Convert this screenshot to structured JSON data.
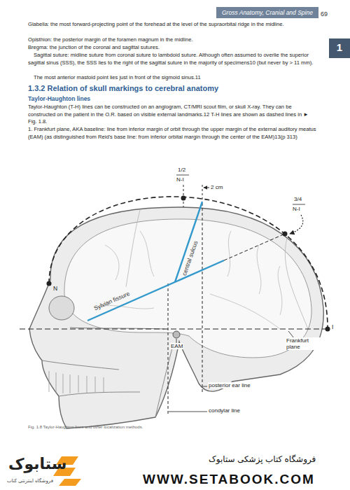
{
  "diagram": {
    "caption": "Fig. 1.8 Taylor-Haughton lines and other localization methods.",
    "nodes": [
      {
        "text": [
          "Gross Anatomy, Cranial and Spine"
        ]
      },
      {
        "text": [
          "1"
        ]
      }
    ],
    "labels": [
      "69",
      "Glabella: the most forward-projecting point of the forehead at the level of the supraorbital ridge in the midline.",
      "Opisthion: the posterior margin of the foramen magnum in the midline.",
      "Bregma: the junction of the coronal and sagittal sutures.",
      "Sagittal suture: midline suture from coronal suture to lambdoid suture. Although often assumed to overlie the superior sagittal sinus (SSS), the SSS lies to the right of the sagittal suture in the majority of specimens10 (but never by > 11 mm).",
      "The most anterior mastoid point lies just in front of the sigmoid sinus.11",
      "1.3.2 Relation of skull markings to cerebral anatomy",
      "Taylor-Haughton lines",
      "Taylor-Haughton (T-H) lines can be constructed on an angiogram, CT/MRI scout film, or skull X-ray. They can be constructed on the patient in the O.R. based on visible external landmarks.12 T-H lines are shown as dashed lines in ► Fig. 1.8.",
      "1. Frankfurt plane, AKA baseline: line from inferior margin of orbit through the upper margin of the external auditory meatus (EAM) (as distinguished from Reid's base line: from inferior orbital margin through the center of the EAM)13(p 313)",
      "1/2",
      "N-I",
      "2 cm",
      "3/4",
      "N-I",
      "central sulcus",
      "Sylvian fissure",
      "N",
      "I",
      "EAM",
      "Frankfurt plane",
      "posterior ear line",
      "condylar line",
      "WWW.SETABOOK.COM",
      "فروشگاه کتاب پزشکی ستابوک",
      "ستابوک",
      "فروشگاه اینترنتی کتاب"
    ]
  }
}
